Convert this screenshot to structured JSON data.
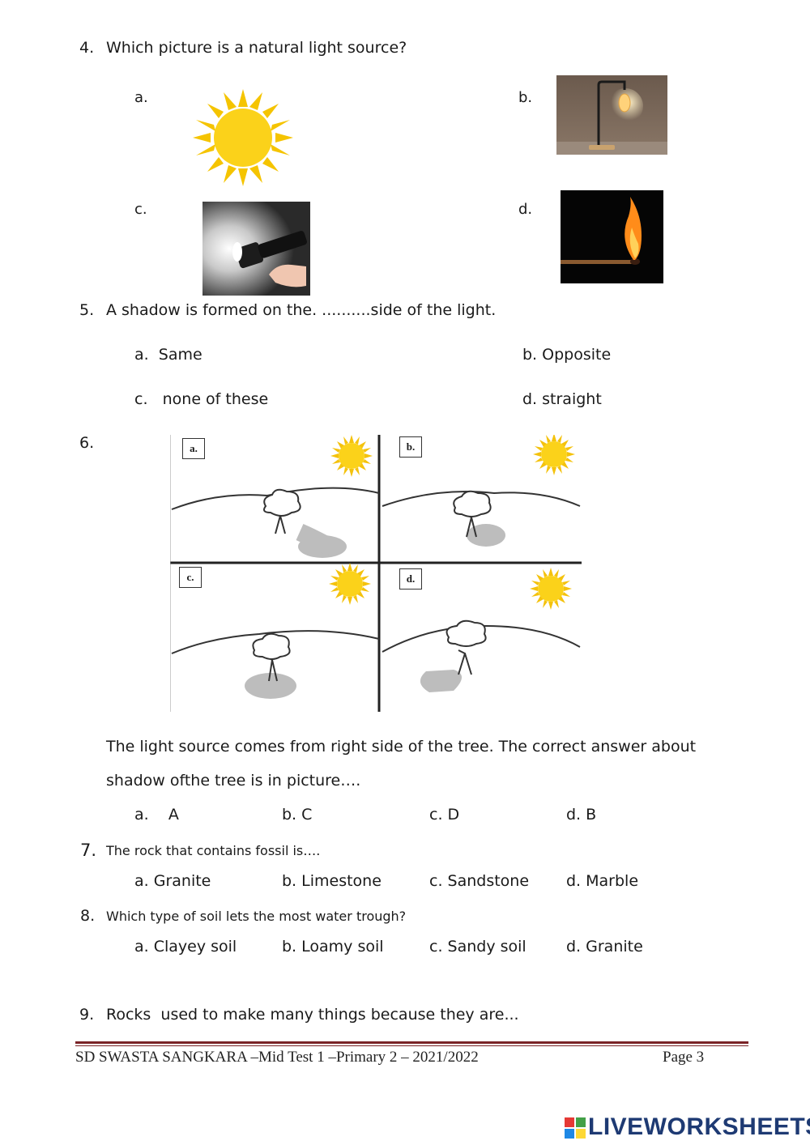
{
  "q4": {
    "number": "4.",
    "text": "Which picture is a natural light source?",
    "options": [
      "a.",
      "b.",
      "c.",
      "d."
    ]
  },
  "q5": {
    "number": "5.",
    "text": "A shadow is formed on the. ..........side of the light.",
    "options": [
      "a.  Same",
      "b. Opposite",
      "c.   none of these",
      "d. straight"
    ]
  },
  "q6": {
    "number": "6.",
    "panel_labels": [
      "a.",
      "b.",
      "c.",
      "d."
    ],
    "text_line1": "The light source comes from right side of the tree. The correct answer about",
    "text_line2": "shadow ofthe tree is in picture….",
    "options": [
      "a.    A",
      "b. C",
      "c. D",
      "d. B"
    ]
  },
  "q7": {
    "number": "7.",
    "text": "The rock that contains fossil is….",
    "options": [
      "a. Granite",
      "b. Limestone",
      "c. Sandstone",
      "d. Marble"
    ]
  },
  "q8": {
    "number": "8.",
    "text": "Which type of soil lets the most water trough?",
    "options": [
      "a. Clayey soil",
      "b. Loamy soil",
      "c. Sandy soil",
      "d. Granite"
    ]
  },
  "q9": {
    "number": "9.",
    "text": "Rocks  used to make many things because they are..."
  },
  "footer": {
    "left": "SD SWASTA SANGKARA –Mid Test 1 –Primary 2 – 2021/2022",
    "right": "Page 3"
  },
  "brand": {
    "name": "LIVEWORKSHEETS",
    "colors": [
      "#e53935",
      "#43a047",
      "#1e88e5",
      "#fdd835"
    ]
  }
}
